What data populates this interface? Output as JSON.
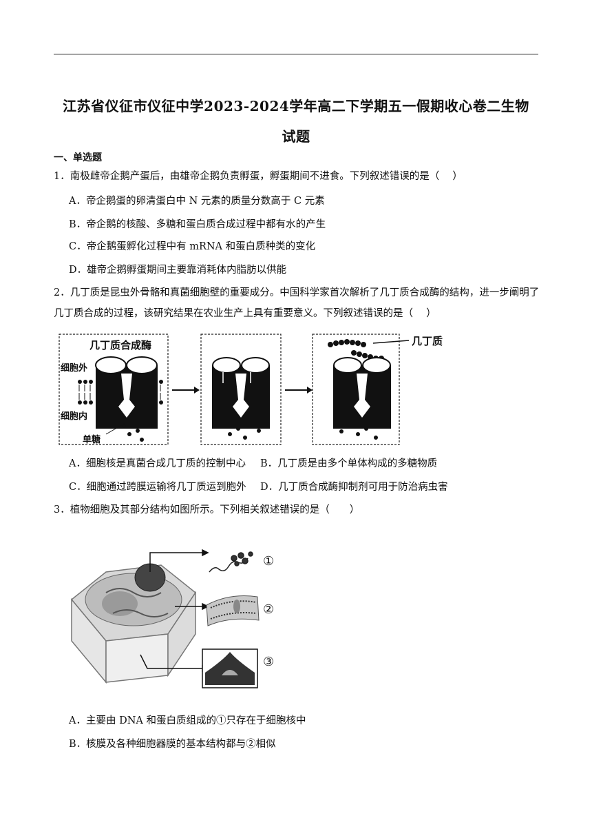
{
  "title_line1": "江苏省仪征市仪征中学2023-2024学年高二下学期五一假期收心卷二生物",
  "title_line2": "试题",
  "section": "一、单选题",
  "q1": {
    "stem": "1．南极雌帝企鹅产蛋后，由雄帝企鹅负责孵蛋，孵蛋期间不进食。下列叙述错误的是（　 ）",
    "A": "A．帝企鹅蛋的卵清蛋白中 N 元素的质量分数高于 C 元素",
    "B": "B．帝企鹅的核酸、多糖和蛋白质合成过程中都有水的产生",
    "C": "C．帝企鹅蛋孵化过程中有 mRNA 和蛋白质种类的变化",
    "D": "D．雄帝企鹅孵蛋期间主要靠消耗体内脂肪以供能"
  },
  "q2": {
    "stem": "2．几丁质是昆虫外骨骼和真菌细胞壁的重要成分。中国科学家首次解析了几丁质合成酶的结构，进一步阐明了几丁质合成的过程，该研究结果在农业生产上具有重要意义。下列叙述错误的是（　 ）",
    "figure": {
      "enzyme": "几丁质合成酶",
      "outside": "细胞外",
      "inside": "细胞内",
      "monosaccharide": "单糖",
      "chitin": "几丁质"
    },
    "A": "A．细胞核是真菌合成几丁质的控制中心",
    "B": "B．几丁质是由多个单体构成的多糖物质",
    "C": "C．细胞通过跨膜运输将几丁质运到胞外",
    "D": "D．几丁质合成酶抑制剂可用于防治病虫害"
  },
  "q3": {
    "stem": "3．植物细胞及其部分结构如图所示。下列相关叙述错误的是（　　）",
    "figure": {
      "m1": "①",
      "m2": "②",
      "m3": "③"
    },
    "A": "A．主要由 DNA 和蛋白质组成的①只存在于细胞核中",
    "B": "B．核膜及各种细胞器膜的基本结构都与②相似"
  }
}
